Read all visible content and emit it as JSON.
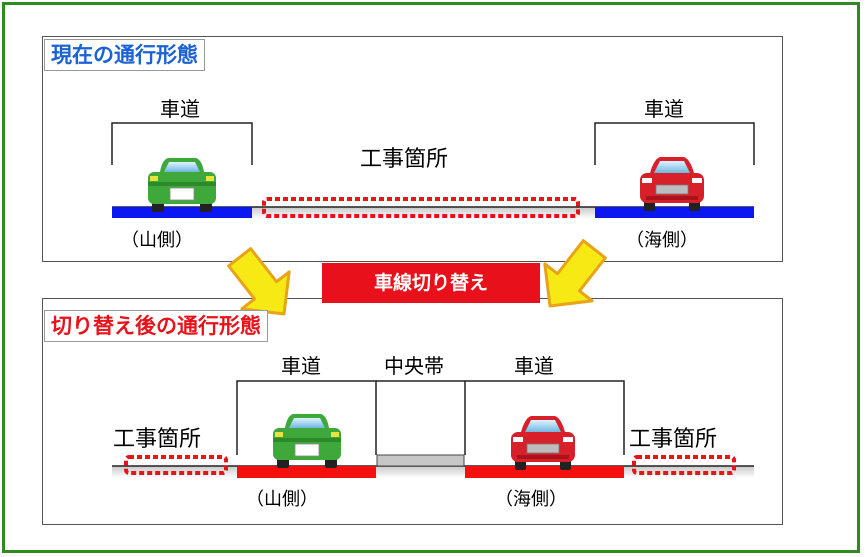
{
  "top_panel": {
    "title": "現在の通行形態",
    "lane_left_label": "車道",
    "lane_right_label": "車道",
    "work_area_label": "工事箇所",
    "side_left": "（山側）",
    "side_right": "（海側）"
  },
  "banner": {
    "label": "車線切り替え"
  },
  "bottom_panel": {
    "title": "切り替え後の通行形態",
    "lane_left_label": "車道",
    "median_label": "中央帯",
    "lane_right_label": "車道",
    "work_left_label": "工事箇所",
    "work_right_label": "工事箇所",
    "side_left": "（山側）",
    "side_right": "（海側）"
  },
  "colors": {
    "frame": "#2e8b1f",
    "blue_lane": "#0a17f0",
    "red_lane": "#f51010",
    "arrow_fill": "#f7ea14",
    "arrow_stroke": "#e8a31a",
    "banner": "#e8101a",
    "car_green": "#3fa83a",
    "car_red": "#d8202a"
  }
}
